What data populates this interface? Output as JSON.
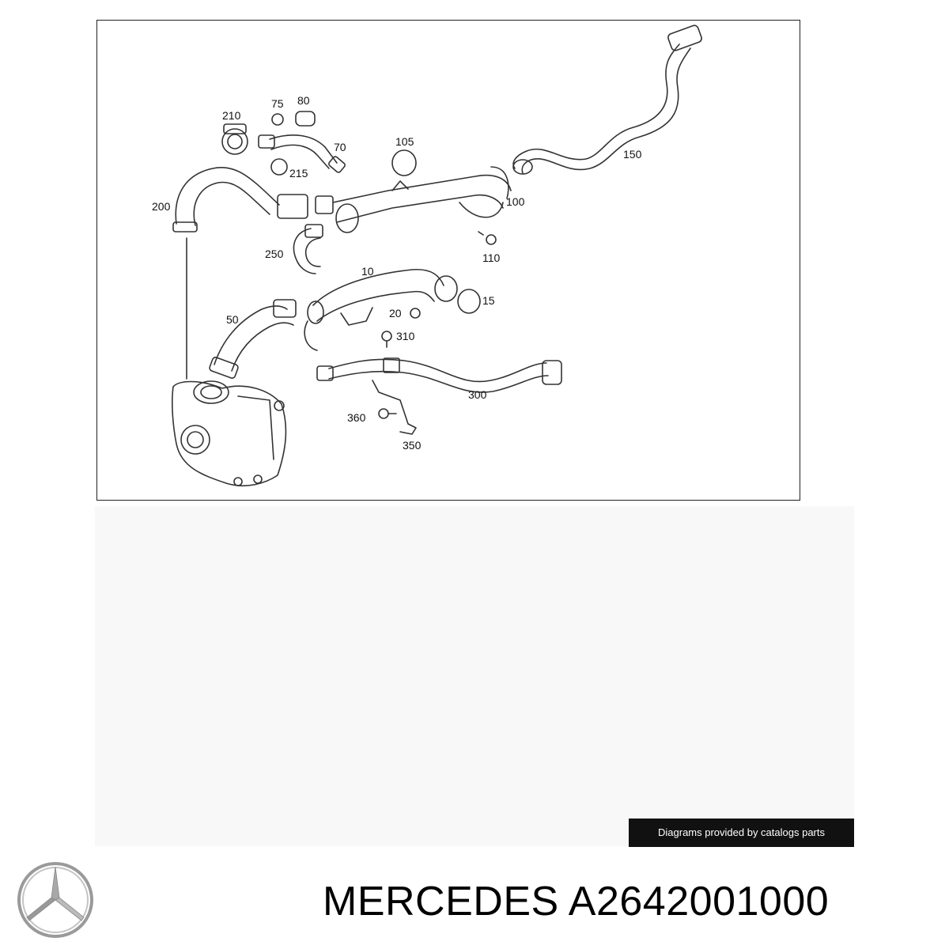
{
  "diagram": {
    "part_labels": [
      "210",
      "75",
      "80",
      "70",
      "105",
      "215",
      "200",
      "150",
      "100",
      "110",
      "250",
      "10",
      "15",
      "20",
      "50",
      "310",
      "300",
      "360",
      "350"
    ]
  },
  "credit": {
    "text": "Diagrams provided by catalogs parts"
  },
  "product": {
    "title": "MERCEDES A2642001000"
  },
  "logo": {
    "icon": "mercedes-star-icon"
  },
  "colors": {
    "line": "#333333",
    "credit_bg": "#111111",
    "credit_text": "#ffffff"
  }
}
